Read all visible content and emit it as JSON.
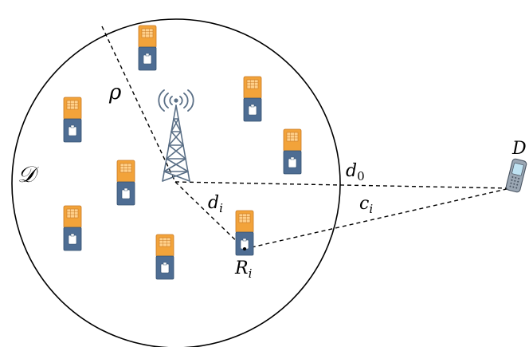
{
  "labels": {
    "region": "𝒟",
    "radius": "ρ",
    "destination": "D",
    "direct_distance_base": "d",
    "direct_distance_sub": "0",
    "relay_distance_base": "d",
    "relay_distance_sub": "i",
    "relay_dest_distance_base": "c",
    "relay_dest_distance_sub": "i",
    "relay_base": "R",
    "relay_sub": "i"
  },
  "icons": {
    "base_station": "radio-tower-icon",
    "relay_node": "relay-device-icon",
    "destination_device": "mobile-phone-icon"
  },
  "colors": {
    "relay_top": "#f2a33a",
    "relay_top_dark": "#d9822b",
    "relay_body": "#4e6d93",
    "relay_body_dark": "#3a5576",
    "tower": "#5a6f86",
    "phone_body": "#8d9aa8",
    "phone_screen": "#bfe2f2",
    "line": "#000000"
  }
}
